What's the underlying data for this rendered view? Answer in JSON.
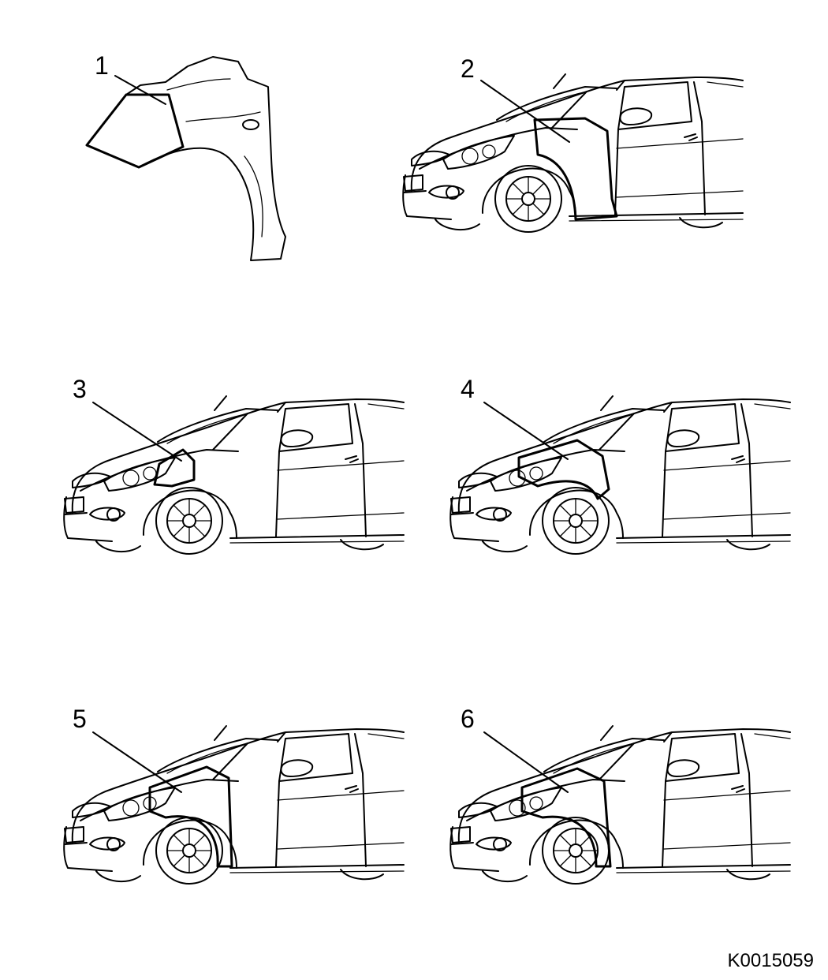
{
  "callouts": [
    {
      "label": "1",
      "hatch": "diag-fine"
    },
    {
      "label": "2",
      "hatch": "vertical"
    },
    {
      "label": "3",
      "hatch": "diag-fine"
    },
    {
      "label": "4",
      "hatch": "cross-diag"
    },
    {
      "label": "5",
      "hatch": "cross-diag"
    },
    {
      "label": "6",
      "hatch": "diag-back"
    }
  ],
  "reference_code": "K0015059"
}
